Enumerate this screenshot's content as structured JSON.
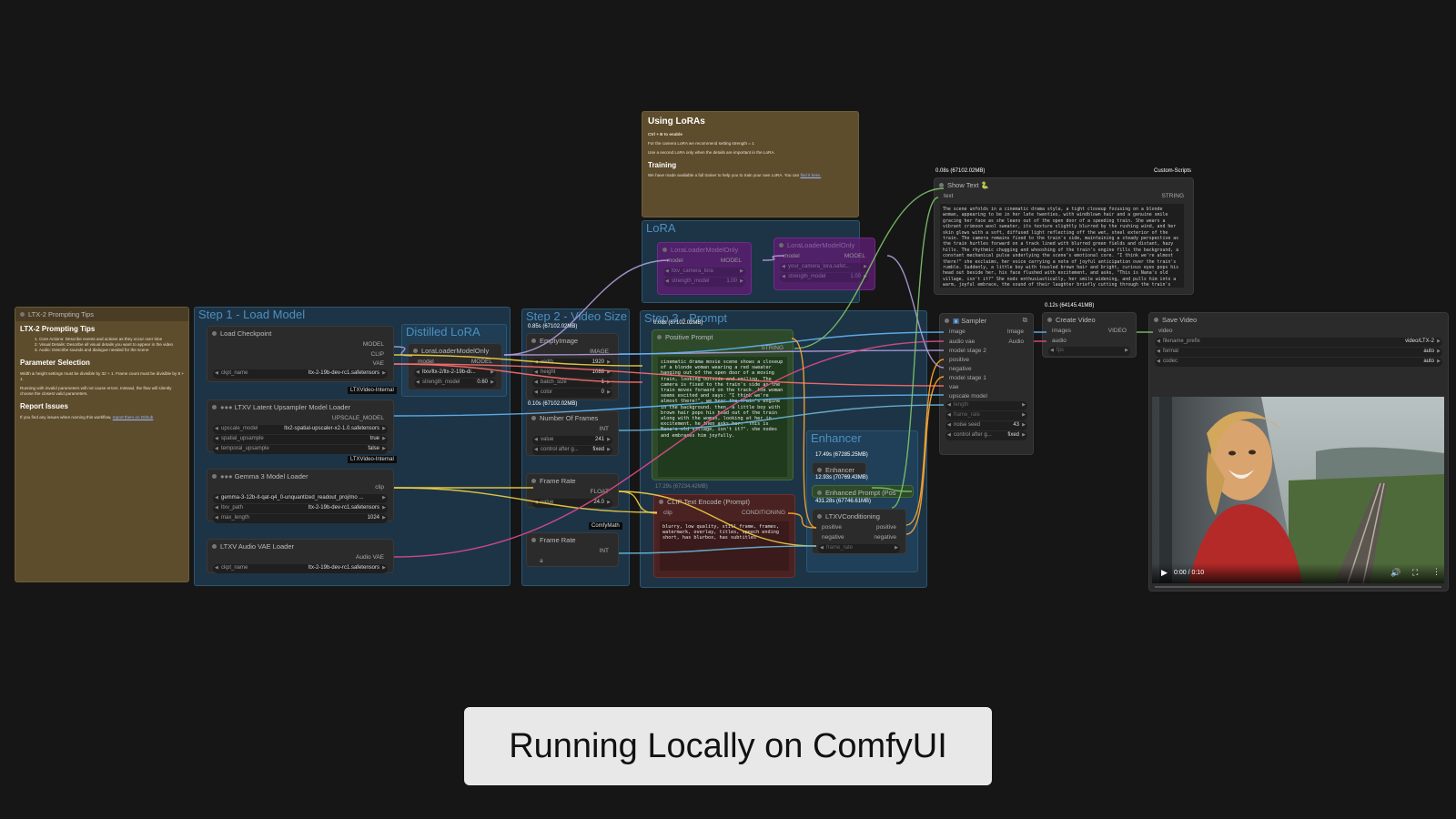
{
  "caption": "Running Locally on ComfyUI",
  "tips": {
    "header": "LTX-2 Prompting Tips",
    "title": "LTX-2 Prompting Tips",
    "items": [
      "1. Core Actions: Describe events and actions as they occur over time",
      "2. Visual Details: Describe all visual details you want to appear in the video",
      "3. Audio: Describe sounds and dialogue needed for the scene"
    ],
    "param_title": "Parameter Selection",
    "param_text1": "Width & height settings must be divisible by 32 + 1. Frame count must be divisible by 8 + 1.",
    "param_text2": "Running with invalid parameters will not cause errors. Instead, the flow will silently choose the closest valid parameters.",
    "report_title": "Report Issues",
    "report_text": "If you find any issues when running this workflow,",
    "report_link": "report them on Github"
  },
  "loras_note": {
    "title": "Using LoRAs",
    "shortcut": "Ctrl + B to enable",
    "line1": "For the camera LoRA we recommend setting strength = 1",
    "line2": "Use a second LoRA only when the details are important in the LoRA.",
    "training_title": "Training",
    "training_text": "We have made available a full trainer to help you to train your own LoRA. You can",
    "training_link": "find it here."
  },
  "groups": {
    "step1": "Step 1 - Load Model",
    "distilled": "Distilled LoRA",
    "step2": "Step 2 - Video Size",
    "step3": "Step 3 - Prompt",
    "lora": "LoRA",
    "enhancer": "Enhancer"
  },
  "load_checkpoint": {
    "title": "Load Checkpoint",
    "outputs": [
      "MODEL",
      "CLIP",
      "VAE"
    ],
    "ckpt_label": "ckpt_name",
    "ckpt_value": "ltx-2-19b-dev-rc1.safetensors",
    "badge": "LTXVideo-Internal"
  },
  "distilled_node": {
    "title": "LoraLoaderModelOnly",
    "input": "model",
    "output": "MODEL",
    "lora_value": "ltxv/ltx-2/ltx-2-19b-di...",
    "strength_label": "strength_model",
    "strength_value": "0.60"
  },
  "upsampler": {
    "title": "LTXV Latent Upsampler Model Loader",
    "output": "UPSCALE_MODEL",
    "model_label": "upscale_model",
    "model_value": "ltx2-spatial-upscaler-x2-1.0.safetensors",
    "spatial_label": "spatial_upsample",
    "spatial_value": "true",
    "temporal_label": "temporal_upsample",
    "temporal_value": "false",
    "badge": "LTXVideo-Internal"
  },
  "gemma": {
    "title": "Gemma 3 Model Loader",
    "output": "clip",
    "gemma_label": "gemma-3-12b-it-qat-q4_0-unquantized_readout_proj/mo ...",
    "ltxv_label": "ltxv_path",
    "ltxv_value": "ltx-2-19b-dev-rc1.safetensors",
    "max_label": "max_length",
    "max_value": "1024"
  },
  "audio_vae": {
    "title": "LTXV Audio VAE Loader",
    "output": "Audio VAE",
    "ckpt_label": "ckpt_name",
    "ckpt_value": "ltx-2-19b-dev-rc1.safetensors"
  },
  "empty_image": {
    "stat": "0.85s (67102.02MB)",
    "title": "EmptyImage",
    "output": "IMAGE",
    "width_label": "width",
    "width_value": "1920",
    "height_label": "height",
    "height_value": "1088",
    "batch_label": "batch_size",
    "batch_value": "1",
    "color_label": "color",
    "color_value": "0"
  },
  "num_frames": {
    "stat": "0.10s (67102.02MB)",
    "title": "Number Of Frames",
    "output": "INT",
    "value_label": "value",
    "value_value": "241",
    "control_label": "control after g...",
    "control_value": "fixed"
  },
  "frame_rate": {
    "title": "Frame Rate",
    "output": "FLOAT",
    "value_label": "value",
    "value_value": "24.0"
  },
  "frame_rate2": {
    "badge": "ComfyMath",
    "title": "Frame Rate",
    "output": "INT",
    "input": "a"
  },
  "positive_prompt": {
    "stat": "0.08s (67102.02MB)",
    "title": "Positive Prompt",
    "output": "STRING",
    "text": "cinematic drama movie scene shows a closeup of a blonde woman wearing a red sweater hanging out of the open door of a moving train, looking outside and smiling. The camera is fixed to the train's side as the train moves forward on the track. the woman seems excited and says: \"I think we're almost there!\", we hear the train's engine in the background. then, a little boy with brown hair pops his head out of the train along with the woman, looking at her in excitement, he then asks her: \"This is Nana's old village, isn't it?\". she nodes and embraces him joyfully."
  },
  "clip_encode": {
    "stat": "17.29s (67234.42MB)",
    "title": "CLIP Text Encode (Prompt)",
    "input": "clip",
    "output": "CONDITIONING",
    "text": "blurry, low quality, still frame, frames, watermark, overlay, titles, speech ending short, has blurbox, has subtitles"
  },
  "lora_group": {
    "node1_title": "LoraLoaderModelOnly",
    "node1_in": "model",
    "node1_out": "MODEL",
    "node1_w1": "ltxv_camera_lora",
    "node1_w2": "strength_model",
    "node1_w2v": "1.00",
    "node2_title": "LoraLoaderModelOnly",
    "node2_in": "model",
    "node2_out": "MODEL",
    "node2_w1": "your_camera_lora.safet...",
    "node2_w2": "strength_model",
    "node2_w2v": "1.00"
  },
  "enhancer": {
    "stat1": "17.49s (67285.25MB)",
    "node_title": "Enhancer",
    "stat2": "12.93s (70769.43MB)",
    "enhanced_title": "Enhanced Prompt (Pos",
    "stat3": "431.28s (67746.61MB)",
    "cond_title": "LTXVConditioning",
    "in_pos": "positive",
    "out_pos": "positive",
    "in_neg": "negative",
    "out_neg": "negative",
    "frame_rate": "frame_rate"
  },
  "show_text": {
    "stat": "0.08s (67102.02MB)",
    "badge": "Custom-Scripts",
    "title": "Show Text 🐍",
    "input": "text",
    "output": "STRING",
    "text": "The scene unfolds in a cinematic drama style, a tight closeup focusing on a blonde woman, appearing to be in her late twenties, with windblown hair and a genuine smile gracing her face as she leans out of the open door of a speeding train. She wears a vibrant crimson wool sweater, its texture slightly blurred by the rushing wind, and her skin glows with a soft, diffused light reflecting off the wet, steel exterior of the train. The camera remains fixed to the train's side, maintaining a steady perspective as the train hurtles forward on a track lined with blurred green fields and distant, hazy hills. The rhythmic chugging and whooshing of the train's engine fills the background, a constant mechanical pulse underlying the scene's emotional core. \"I think we're almost there!\" she exclaims, her voice carrying a note of joyful anticipation over the train's rumble. Suddenly, a little boy with tousled brown hair and bright, curious eyes pops his head out beside her, his face flushed with excitement, and asks, \"This is Nana's old village, isn't it?\" She nods enthusiastically, her smile widening, and pulls him into a warm, joyful embrace, the sound of their laughter briefly cutting through the train's mechanical drone as the landscape continues to rush past in a blur of motion."
  },
  "sampler": {
    "title": "Sampler",
    "inputs": [
      "image",
      "audio vae",
      "model stage 2",
      "positive",
      "negative",
      "model stage 1",
      "vae",
      "upscale model",
      "length",
      "frame_rate"
    ],
    "out_image": "Image",
    "out_audio": "Audio",
    "seed_label": "noise seed",
    "seed_value": "43",
    "control_label": "control after g...",
    "control_value": "fixed"
  },
  "create_video": {
    "stat": "0.12s (64145.41MB)",
    "title": "Create Video",
    "in_images": "images",
    "in_audio": "audio",
    "in_fps": "fps",
    "output": "VIDEO"
  },
  "save_video": {
    "title": "Save Video",
    "input": "video",
    "prefix_label": "filename_prefix",
    "prefix_value": "video/LTX-2",
    "format_label": "format",
    "format_value": "auto",
    "codec_label": "codec",
    "codec_value": "auto",
    "time": "0:00 / 0:10",
    "progress": 0.0
  },
  "colors": {
    "model": "#b39ddb",
    "clip": "#f5d142",
    "vae": "#ff6e6e",
    "image": "#64b5f6",
    "conditioning": "#ffa931",
    "string": "#7dc46b",
    "int": "#6bb8d9",
    "audio": "#e04b8d"
  }
}
